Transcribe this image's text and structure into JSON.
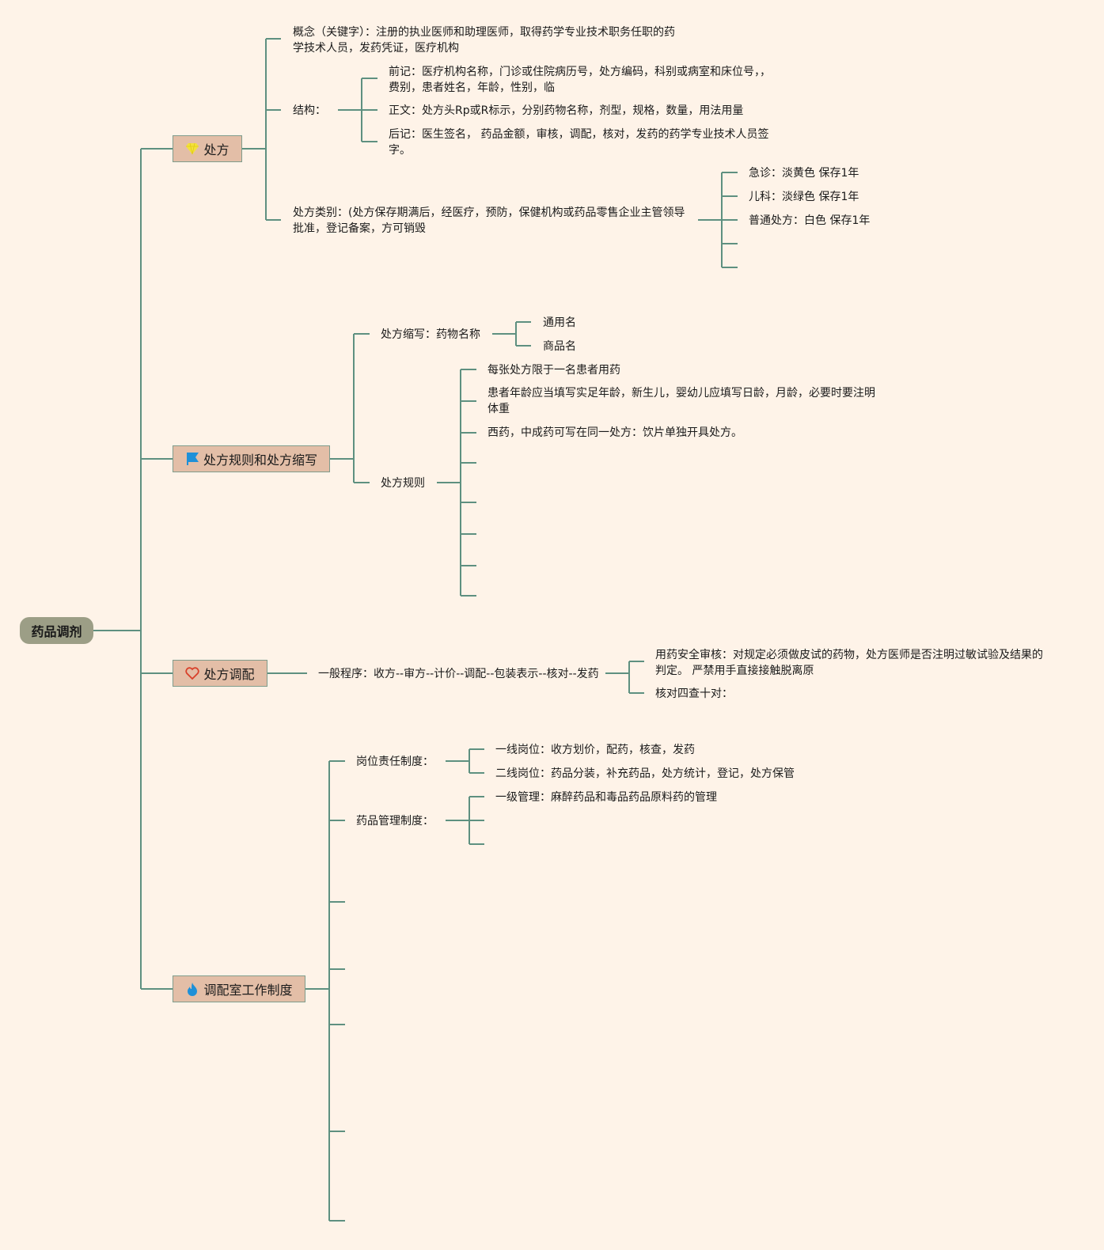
{
  "root": {
    "label": "药品调剂"
  },
  "colors": {
    "line": "#5e9080",
    "topic_fill": "#e3bea7",
    "root_fill": "#9c9e86",
    "background": "#fef3e8"
  },
  "topics": [
    {
      "label": "处方",
      "icon": "diamond-icon",
      "children": {
        "concept": "概念（关键字）：注册的执业医师和助理医师，取得药学专业技术职务任职的药学技术人员，发药凭证，医疗机构",
        "structure": {
          "label": "结构：",
          "items": [
            "前记：医疗机构名称，门诊或住院病历号，处方编码，科别或病室和床位号，，费别，患者姓名，年龄，性别，临",
            "正文：处方头Rp或R标示，分别药物名称，剂型，规格，数量，用法用量",
            "后记：医生签名， 药品金额，审核，调配，核对，发药的药学专业技术人员签字。"
          ]
        },
        "category": {
          "label": "处方类别：(处方保存期满后，经医疗，预防，保健机构或药品零售企业主管领导批准，登记备案，方可销毁",
          "items": [
            "急诊：淡黄色 保存1年",
            "儿科：淡绿色 保存1年",
            "普通处方：白色 保存1年",
            "",
            ""
          ]
        }
      }
    },
    {
      "label": "处方规则和处方缩写",
      "icon": "flag-icon",
      "children": {
        "abbr": {
          "label": "处方缩写：药物名称",
          "items": [
            "通用名",
            "商品名"
          ]
        },
        "rules": {
          "label": "处方规则",
          "items": [
            "每张处方限于一名患者用药",
            "患者年龄应当填写实足年龄，新生儿，婴幼儿应填写日龄，月龄，必要时要注明体重",
            "西药，中成药可写在同一处方：饮片单独开具处方。",
            "",
            "",
            "",
            "",
            ""
          ]
        }
      }
    },
    {
      "label": "处方调配",
      "icon": "heart-icon",
      "children": {
        "procedure": "一般程序：收方--审方--计价--调配--包装表示--核对--发药",
        "items": [
          "用药安全审核：对规定必须做皮试的药物，处方医师是否注明过敏试验及结果的判定。 严禁用手直接接触脱离原",
          "核对四查十对："
        ]
      }
    },
    {
      "label": "调配室工作制度",
      "icon": "fire-icon",
      "children": {
        "post": {
          "label": "岗位责任制度：",
          "items": [
            "一线岗位：收方划价，配药，核查，发药",
            "二线岗位：药品分装，补充药品，处方统计，登记，处方保管"
          ]
        },
        "drug": {
          "label": "药品管理制度：",
          "items": [
            "一级管理：麻醉药品和毒品药品原料药的管理",
            "",
            ""
          ]
        },
        "empty": [
          "",
          "",
          "",
          "",
          ""
        ]
      }
    }
  ]
}
